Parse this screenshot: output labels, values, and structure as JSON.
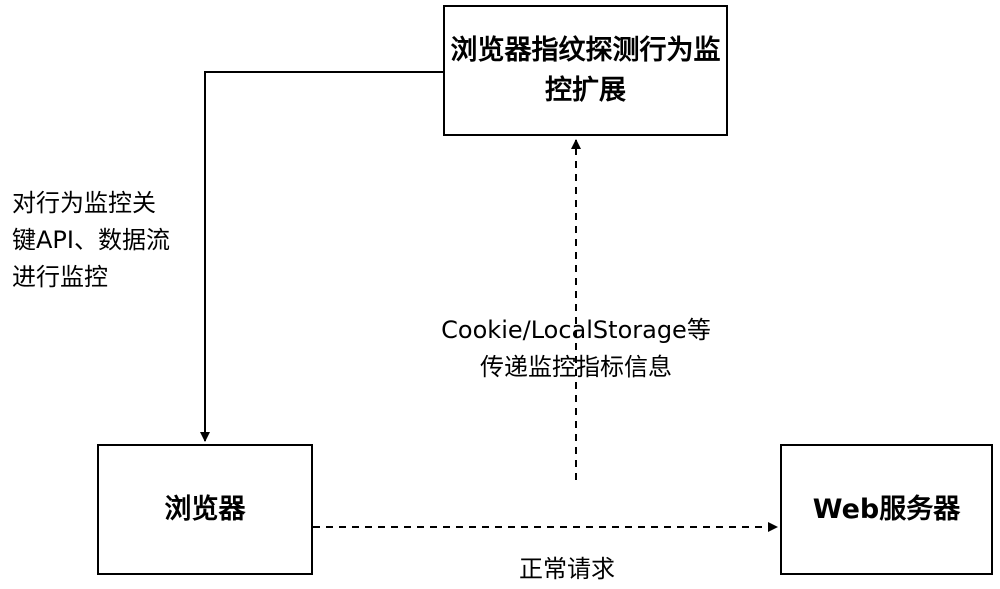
{
  "nodes": {
    "monitor_extension": "浏览器指纹探测行为监控扩展",
    "browser": "浏览器",
    "web_server": "Web服务器"
  },
  "edges": {
    "monitor_to_browser": {
      "line1": "对行为监控关",
      "line2": "键API、数据流",
      "line3": "进行监控"
    },
    "browser_to_monitor": {
      "line1": "Cookie/LocalStorage等",
      "line2": "传递监控指标信息"
    },
    "browser_to_server": "正常请求"
  }
}
